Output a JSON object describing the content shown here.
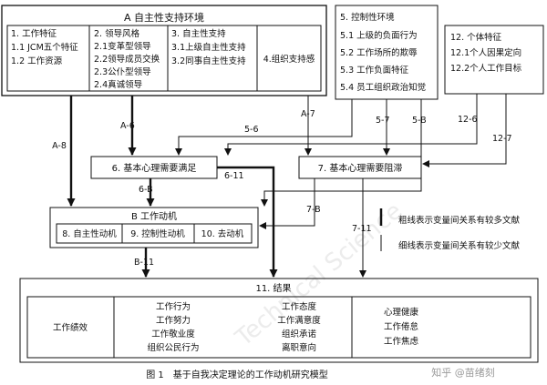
{
  "autonomy_env": {
    "title": "A 自主性支持环境",
    "cols": [
      {
        "lines": [
          "1. 工作特征",
          "1.1 JCM五个特征",
          "1.2 工作资源"
        ]
      },
      {
        "lines": [
          "2. 领导风格",
          "2.1变革型领导",
          "2.2领导成员交换",
          "2.3公仆型领导",
          "2.4真诚领导"
        ]
      },
      {
        "lines": [
          "3. 自主性支持",
          "3.1上级自主性支持",
          "3.2同事自主性支持"
        ]
      },
      {
        "lines": [
          "4.组织支持感"
        ]
      }
    ]
  },
  "control_env": {
    "lines": [
      "5. 控制性环境",
      "5.1 上级的负面行为",
      "5.2 工作场所的欺辱",
      "5.3 工作负面特征",
      "5.4 员工组织政治知觉"
    ]
  },
  "individual": {
    "lines": [
      "12. 个体特征",
      "12.1个人因果定向",
      "12.2个人工作目标"
    ]
  },
  "needs_satisfied": "6. 基本心理需要满足",
  "needs_thwarted": "7. 基本心理需要阻滞",
  "motivation": {
    "title": "B 工作动机",
    "items": [
      "8. 自主性动机",
      "9. 控制性动机",
      "10. 去动机"
    ]
  },
  "outcomes": {
    "title": "11. 结果",
    "col1": [
      "工作绩效"
    ],
    "col2": [
      "工作行为",
      "工作努力",
      "工作敬业度",
      "组织公民行为"
    ],
    "col3": [
      "工作态度",
      "工作满意度",
      "组织承诺",
      "离职意向"
    ],
    "col4": [
      "心理健康",
      "工作倦怠",
      "工作焦虑"
    ]
  },
  "arrow_labels": {
    "a6": "A-6",
    "a7": "A-7",
    "a8": "A-8",
    "l56": "5-6",
    "l57": "5-7",
    "l5b": "5-B",
    "l126": "12-6",
    "l127": "12-7",
    "l611": "6-11",
    "l6b": "6-B",
    "l7b": "7-B",
    "l711": "7-11",
    "lb11": "B-11"
  },
  "legend": {
    "bold": "粗线表示变量间关系有较多文献",
    "thin": "细线表示变量间关系有较少文献"
  },
  "caption": "图 1　基于自我决定理论的工作动机研究模型",
  "watermark": "知乎 @苗绪刻",
  "faint_watermark": "Technical Science"
}
